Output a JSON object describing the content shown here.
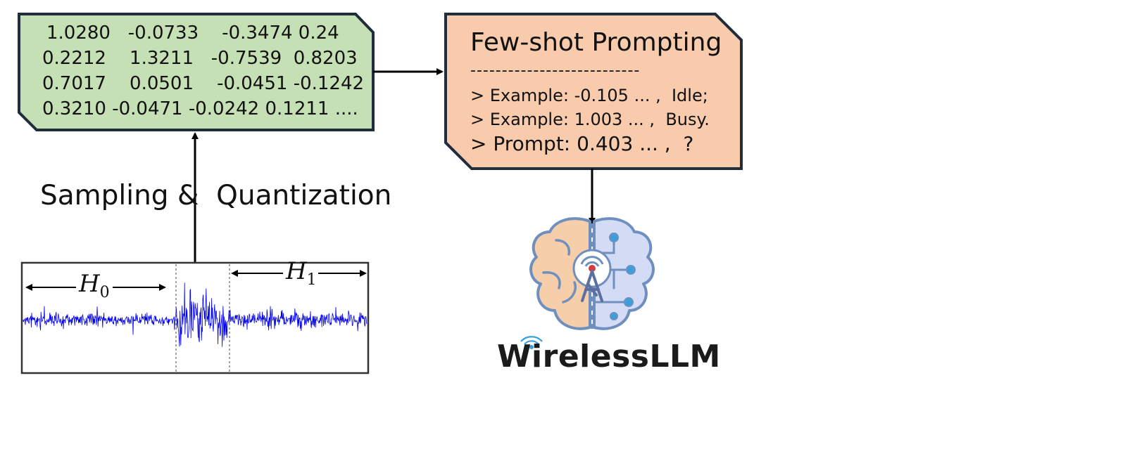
{
  "matrix": {
    "rows": [
      "1.0280   -0.0733    -0.3474 0.24",
      "0.2212    1.3211   -0.7539  0.8203",
      "0.7017    0.0501    -0.0451 -0.1242",
      "0.3210 -0.0471 -0.0242 0.1211 ...."
    ]
  },
  "prompt_box": {
    "title": "Few-shot Prompting",
    "separator": "---------------------------",
    "examples": [
      "> Example: -0.105 ... ,  Idle;",
      "> Example: 1.003 ... ,  Busy."
    ],
    "prompt": "> Prompt: 0.403 ... ,  ?"
  },
  "caption": "Sampling &  Quantization",
  "signal": {
    "label_h0_var": "H",
    "label_h0_sub": "0",
    "label_h1_var": "H",
    "label_h1_sub": "1"
  },
  "brand": "WirelessLLM",
  "colors": {
    "matrix_fill": "#c5e0b4",
    "prompt_fill": "#f8cbad",
    "border": "#1f2d3d",
    "signal": "#0000ee",
    "brain_left": "#f6cfaa",
    "brain_right": "#d4dcf5",
    "brain_outline": "#6f8fbf",
    "tower": "#d43b3b"
  }
}
